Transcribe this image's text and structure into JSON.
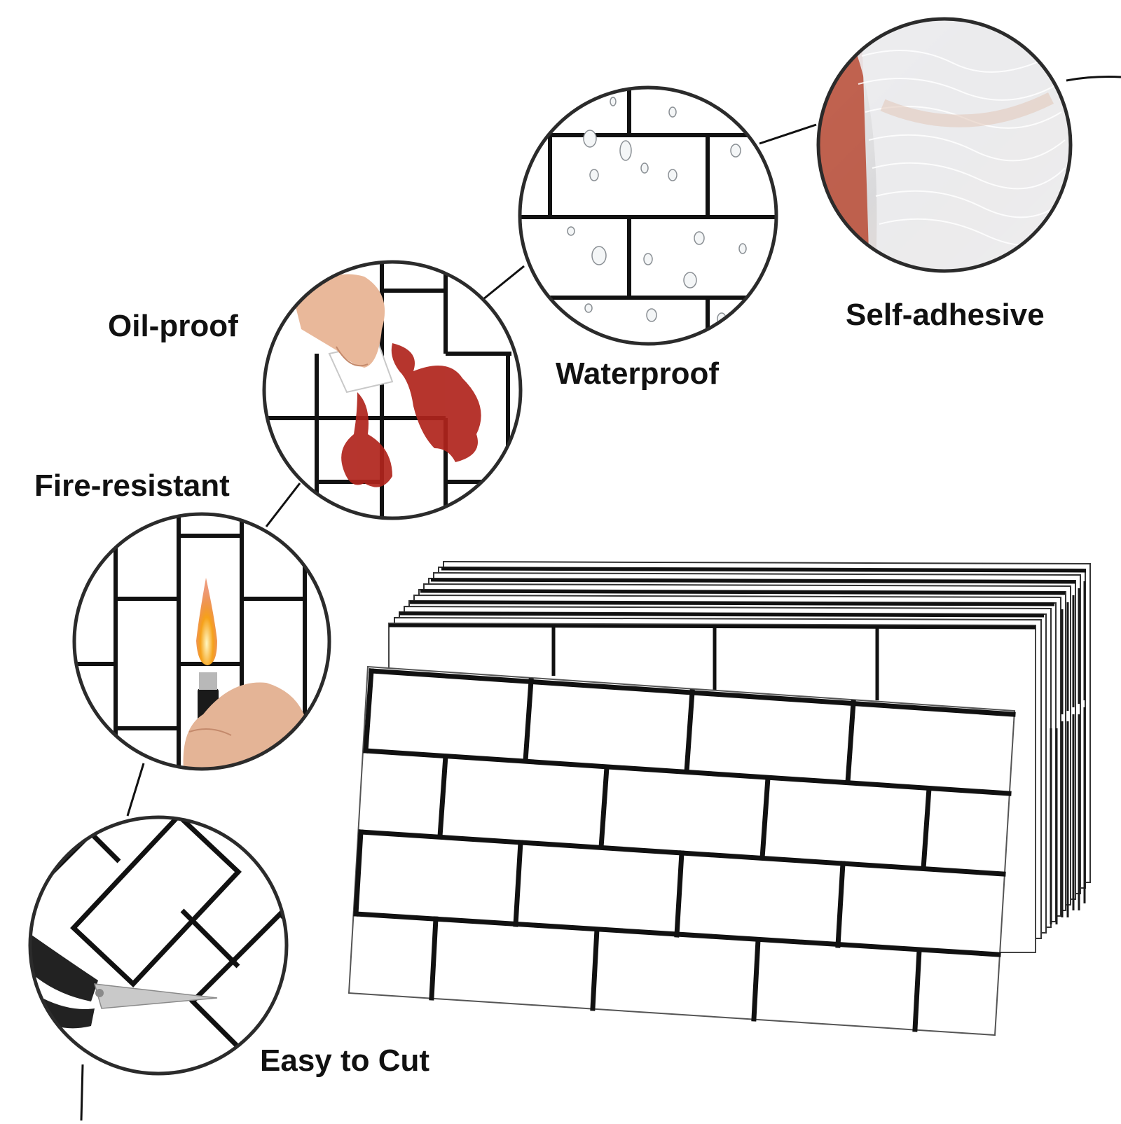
{
  "features": [
    {
      "id": "self-adhesive",
      "label": "Self-adhesive"
    },
    {
      "id": "waterproof",
      "label": "Waterproof"
    },
    {
      "id": "oil-proof",
      "label": "Oil-proof"
    },
    {
      "id": "fire-resistant",
      "label": "Fire-resistant"
    },
    {
      "id": "easy-to-cut",
      "label": "Easy to Cut"
    }
  ],
  "colors": {
    "background": "#ffffff",
    "grout": "#111111",
    "tile": "#ffffff",
    "connector": "#111111",
    "oil": "#b0241c",
    "flame": "#f6a21a",
    "skin": "#e9b89a"
  }
}
